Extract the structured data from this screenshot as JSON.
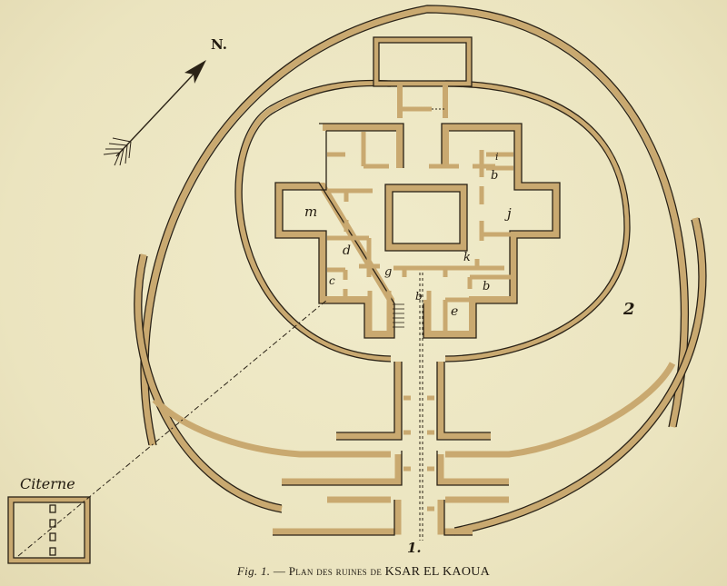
{
  "figure": {
    "caption_fig": "Fig. 1.",
    "caption_dash": " — ",
    "caption_plan": "Plan des ruines de ",
    "caption_site": "KSAR EL KAOUA"
  },
  "compass": {
    "label": "N.",
    "icon": "north-arrow-icon"
  },
  "labels": {
    "citerne": "Citerne",
    "zone_1": "1.",
    "zone_2": "2",
    "room_m": "m",
    "room_j": "j",
    "room_d": "d",
    "room_c": "c",
    "room_g": "g",
    "room_k": "k",
    "room_i": "i",
    "room_b_upper": "b",
    "room_b_right": "b",
    "room_b_center": "b",
    "room_e": "e"
  },
  "colors": {
    "paper": "#ece6c2",
    "wall_fill": "#c9a970",
    "ink": "#2a2216"
  }
}
